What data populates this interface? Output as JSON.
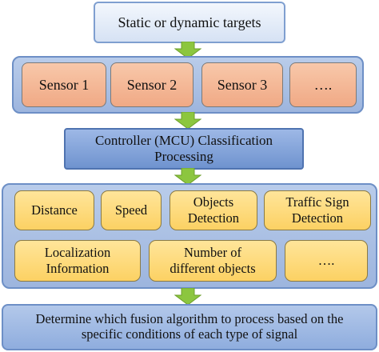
{
  "colors": {
    "top": "#d6e2f4",
    "band": "#a8bfe3",
    "sensor": "#f4b592",
    "mcu": "#86a6da",
    "feature": "#fddc79",
    "arrow": "#8cc63f"
  },
  "top": {
    "label": "Static or dynamic targets"
  },
  "sensors": [
    {
      "label": "Sensor 1"
    },
    {
      "label": "Sensor 2"
    },
    {
      "label": "Sensor 3"
    },
    {
      "label": "…."
    }
  ],
  "mcu": {
    "line1": "Controller (MCU) Classification",
    "line2": "Processing"
  },
  "features": [
    {
      "line1": "Distance",
      "line2": ""
    },
    {
      "line1": "Speed",
      "line2": ""
    },
    {
      "line1": "Objects",
      "line2": "Detection"
    },
    {
      "line1": "Traffic Sign",
      "line2": "Detection"
    },
    {
      "line1": "Localization",
      "line2": "Information"
    },
    {
      "line1": "Number of",
      "line2": "different objects"
    },
    {
      "line1": "….",
      "line2": ""
    }
  ],
  "bottom": {
    "line1": "Determine which fusion algorithm to process based on the",
    "line2": "specific conditions of each type of signal"
  }
}
